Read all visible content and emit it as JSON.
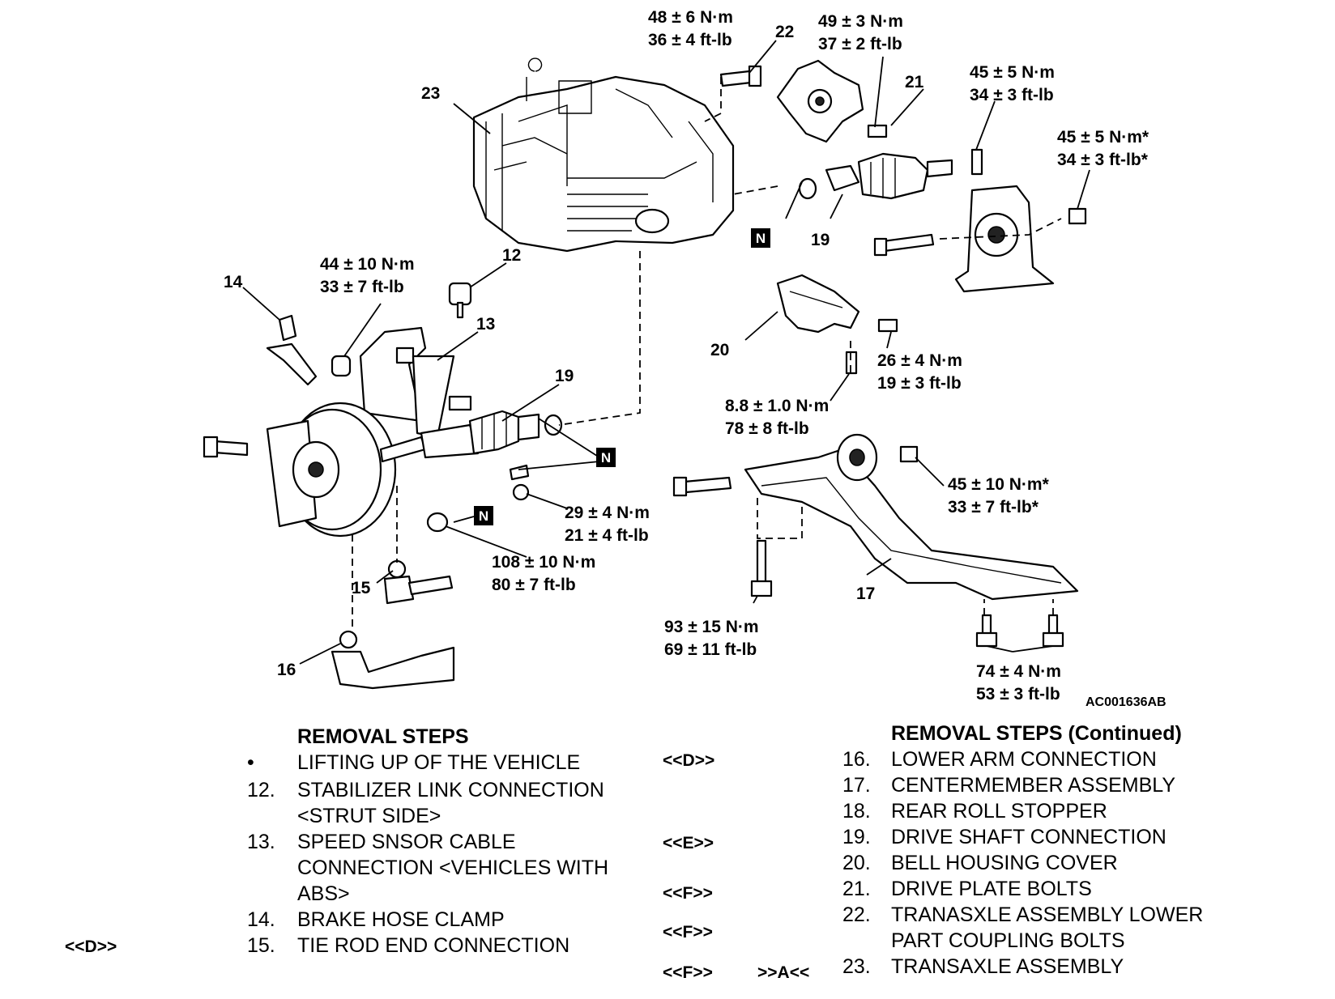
{
  "diagram": {
    "figure_code": "AC001636AB",
    "callouts": {
      "c12": "12",
      "c13": "13",
      "c14": "14",
      "c15": "15",
      "c16": "16",
      "c17": "17",
      "c19a": "19",
      "c19b": "19",
      "c20": "20",
      "c21": "21",
      "c22": "22",
      "c23": "23"
    },
    "torques": {
      "t22": {
        "nm": "48 ± 6 N·m",
        "ftlb": "36 ± 4 ft-lb"
      },
      "t21": {
        "nm": "49 ± 3 N·m",
        "ftlb": "37 ± 2 ft-lb"
      },
      "t_mount_bolt": {
        "nm": "45 ± 5 N·m",
        "ftlb": "34 ± 3 ft-lb"
      },
      "t_mount_nut": {
        "nm": "45 ± 5 N·m*",
        "ftlb": "34 ± 3 ft-lb*"
      },
      "t12": {
        "nm": "44 ± 10 N·m",
        "ftlb": "33 ± 7 ft-lb"
      },
      "t20a": {
        "nm": "26 ± 4 N·m",
        "ftlb": "19 ± 3 ft-lb"
      },
      "t20b": {
        "nm": "8.8 ± 1.0 N·m",
        "ftlb": "78 ± 8 ft-lb"
      },
      "t17_nut": {
        "nm": "45 ± 10 N·m*",
        "ftlb": "33 ± 7 ft-lb*"
      },
      "t_tierod": {
        "nm": "29 ± 4 N·m",
        "ftlb": "21 ± 4 ft-lb"
      },
      "t_hub": {
        "nm": "108 ± 10 N·m",
        "ftlb": "80 ± 7 ft-lb"
      },
      "t17_bolt": {
        "nm": "93 ± 15 N·m",
        "ftlb": "69 ± 11 ft-lb"
      },
      "t17_rear": {
        "nm": "74 ± 4 N·m",
        "ftlb": "53 ± 3 ft-lb"
      }
    },
    "n_mark": "N"
  },
  "removal": {
    "title": "REMOVAL STEPS",
    "title_cont": "REMOVAL STEPS (Continued)",
    "left": [
      {
        "num": "•",
        "lines": [
          "LIFTING UP OF THE VEHICLE"
        ],
        "ref": ""
      },
      {
        "num": "12.",
        "lines": [
          "STABILIZER LINK CONNECTION",
          "<STRUT SIDE>"
        ],
        "ref": ""
      },
      {
        "num": "13.",
        "lines": [
          "SPEED SNSOR CABLE",
          "CONNECTION <VEHICLES WITH",
          "ABS>"
        ],
        "ref": ""
      },
      {
        "num": "14.",
        "lines": [
          "BRAKE HOSE CLAMP"
        ],
        "ref": ""
      },
      {
        "num": "15.",
        "lines": [
          "TIE ROD END CONNECTION"
        ],
        "ref": "<<D>>"
      }
    ],
    "right": [
      {
        "num": "16.",
        "lines": [
          "LOWER ARM CONNECTION"
        ],
        "ref": "<<D>>"
      },
      {
        "num": "17.",
        "lines": [
          "CENTERMEMBER ASSEMBLY"
        ],
        "ref": ""
      },
      {
        "num": "18.",
        "lines": [
          "REAR ROLL STOPPER"
        ],
        "ref": ""
      },
      {
        "num": "19.",
        "lines": [
          "DRIVE SHAFT CONNECTION"
        ],
        "ref": "<<E>>"
      },
      {
        "num": "20.",
        "lines": [
          "BELL HOUSING COVER"
        ],
        "ref": ""
      },
      {
        "num": "21.",
        "lines": [
          "DRIVE PLATE BOLTS"
        ],
        "ref": "<<F>>"
      },
      {
        "num": "22.",
        "lines": [
          "TRANASXLE ASSEMBLY LOWER",
          "PART COUPLING BOLTS"
        ],
        "ref": "<<F>>"
      },
      {
        "num": "23.",
        "lines": [
          "TRANSAXLE ASSEMBLY"
        ],
        "ref": "<<F>>",
        "ref2": ">>A<<"
      }
    ]
  }
}
